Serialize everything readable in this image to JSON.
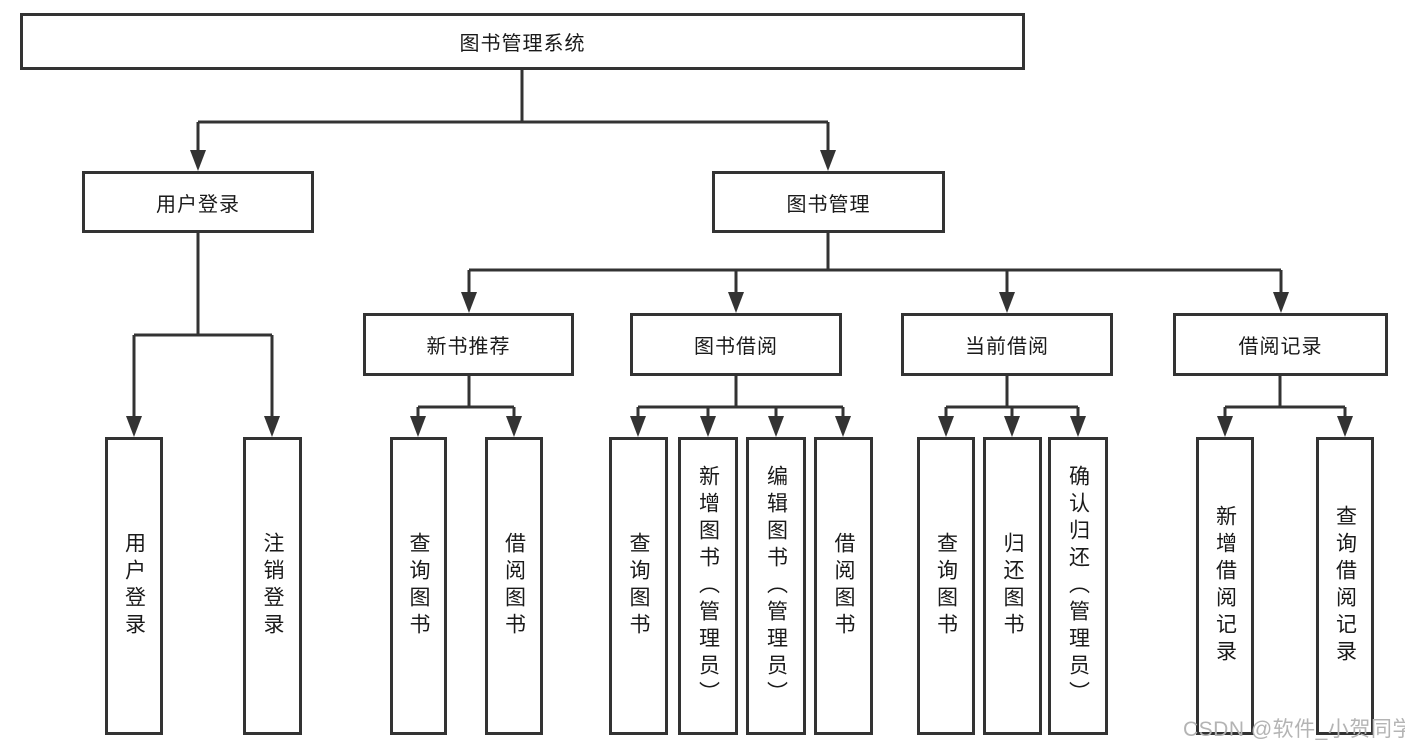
{
  "diagram": {
    "nodes": {
      "root": {
        "label": "图书管理系统"
      },
      "user_login": {
        "label": "用户登录"
      },
      "book_mgmt": {
        "label": "图书管理"
      },
      "new_books": {
        "label": "新书推荐"
      },
      "book_borrow": {
        "label": "图书借阅"
      },
      "current_borrow": {
        "label": "当前借阅"
      },
      "borrow_records": {
        "label": "借阅记录"
      },
      "leaf_user_login": {
        "label": "用户登录"
      },
      "leaf_logout": {
        "label": "注销登录"
      },
      "leaf_nb_query": {
        "label": "查询图书"
      },
      "leaf_nb_borrow": {
        "label": "借阅图书"
      },
      "leaf_bb_query": {
        "label": "查询图书"
      },
      "leaf_bb_add": {
        "label": "新增图书（管理员）"
      },
      "leaf_bb_edit": {
        "label": "编辑图书（管理员）"
      },
      "leaf_bb_borrow": {
        "label": "借阅图书"
      },
      "leaf_cb_query": {
        "label": "查询图书"
      },
      "leaf_cb_return": {
        "label": "归还图书"
      },
      "leaf_cb_confirm": {
        "label": "确认归还（管理员）"
      },
      "leaf_br_add": {
        "label": "新增借阅记录"
      },
      "leaf_br_query": {
        "label": "查询借阅记录"
      }
    },
    "structure": {
      "图书管理系统": [
        "用户登录",
        "图书管理"
      ],
      "用户登录": [
        "用户登录",
        "注销登录"
      ],
      "图书管理": [
        "新书推荐",
        "图书借阅",
        "当前借阅",
        "借阅记录"
      ],
      "新书推荐": [
        "查询图书",
        "借阅图书"
      ],
      "图书借阅": [
        "查询图书",
        "新增图书（管理员）",
        "编辑图书（管理员）",
        "借阅图书"
      ],
      "当前借阅": [
        "查询图书",
        "归还图书",
        "确认归还（管理员）"
      ],
      "借阅记录": [
        "新增借阅记录",
        "查询借阅记录"
      ]
    },
    "colors": {
      "line": "#333333",
      "node_border": "#333333",
      "text": "#1a1a1a",
      "background": "#ffffff",
      "watermark": "#b4b4b4"
    }
  },
  "watermark": {
    "text": "CSDN @软件_小贺同学"
  }
}
